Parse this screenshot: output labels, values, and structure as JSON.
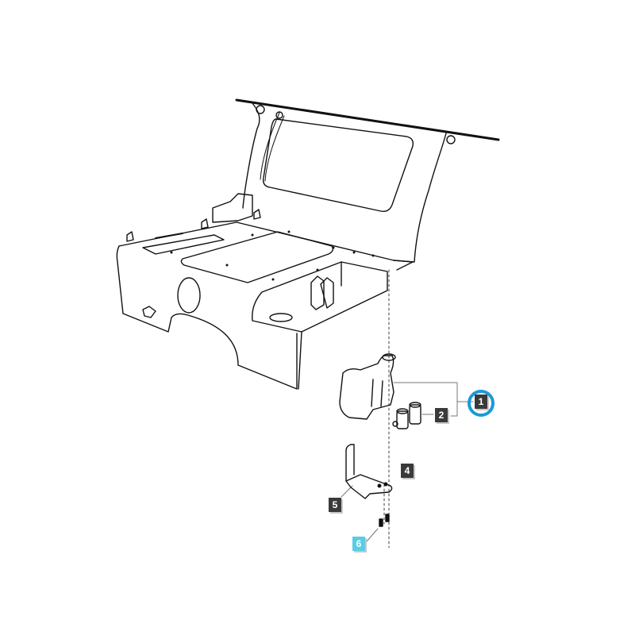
{
  "diagram": {
    "type": "exploded-parts-diagram",
    "subject": "cab floor / rear panel assembly with washer reservoir",
    "colors": {
      "line": "#111111",
      "callout_bg": "#3a3a3a",
      "callout_highlight_bg": "#5bcde3",
      "selection_ring": "#1a9ad6",
      "callout_text": "#ffffff"
    },
    "callouts": [
      {
        "id": "1",
        "label": "1",
        "part": "washer reservoir assembly",
        "highlighted": false,
        "selected_ring": true
      },
      {
        "id": "2",
        "label": "2",
        "part": "washer pump",
        "highlighted": false,
        "selected_ring": false
      },
      {
        "id": "4",
        "label": "4",
        "part": "bolt",
        "highlighted": false,
        "selected_ring": false
      },
      {
        "id": "5",
        "label": "5",
        "part": "mounting bracket",
        "highlighted": false,
        "selected_ring": false
      },
      {
        "id": "6",
        "label": "6",
        "part": "screw",
        "highlighted": true,
        "selected_ring": false
      }
    ]
  }
}
